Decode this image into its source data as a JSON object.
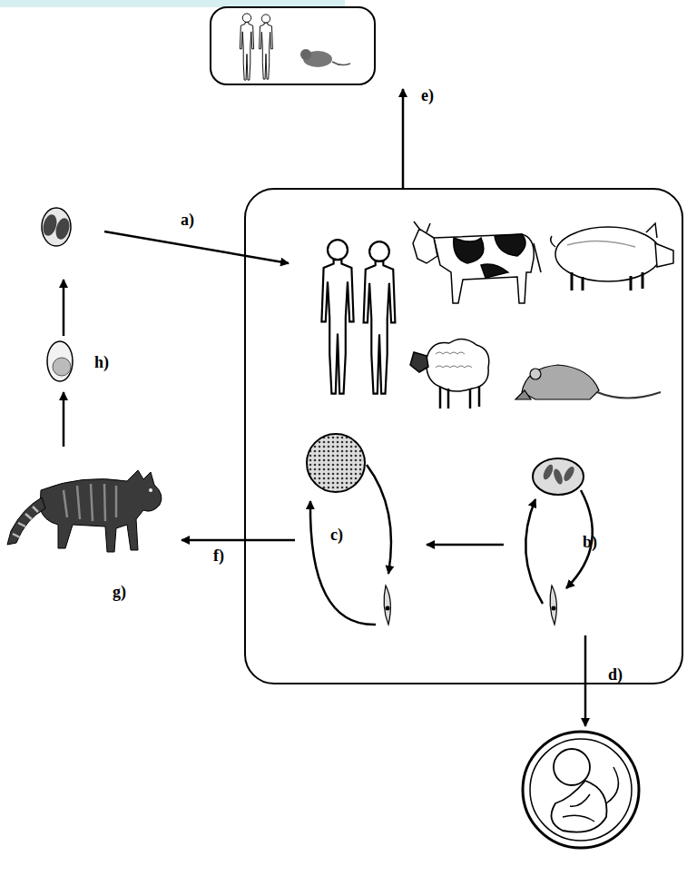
{
  "diagram": {
    "nodes": [
      {
        "text": [
          "b)"
        ]
      },
      {
        "text": [
          "c)"
        ]
      }
    ],
    "edges": [
      {
        "from": 0,
        "to": 1,
        "arrow": "to"
      }
    ],
    "labels": [
      "e)",
      "a)",
      "h)",
      "f)",
      "g)",
      "d)"
    ]
  }
}
